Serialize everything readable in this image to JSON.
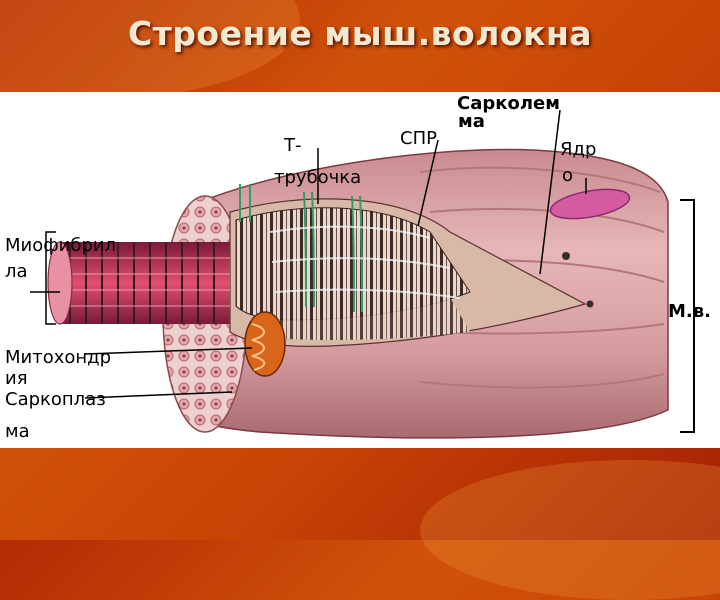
{
  "slide": {
    "title": "Строение мыш.волокна"
  },
  "labels": {
    "sarcolemma_line1": "Сарколем",
    "sarcolemma_line2": "ма",
    "t_tubule_line1": "Т-",
    "t_tubule_line2": "трубочка",
    "spr": "СПР",
    "nucleus_line1": "Ядр",
    "nucleus_line2": "о",
    "myofibril_line1": "Миофибрил",
    "myofibril_line2": "ла",
    "mitochondria_line1": "Митохондр",
    "mitochondria_line2": "ия",
    "sarcoplasm_line1": "Саркоплаз",
    "sarcoplasm_line2": "ма",
    "mv": "М.в."
  },
  "colors": {
    "slide_background": "#c2410a",
    "title_text": "#f4e9d0",
    "panel": "#ffffff",
    "fiber_pink": "#d9a0a3",
    "myofibril_red": "#c0283a",
    "mitochondria_orange": "#d96a1a",
    "nucleus_magenta": "#d04a9a"
  }
}
